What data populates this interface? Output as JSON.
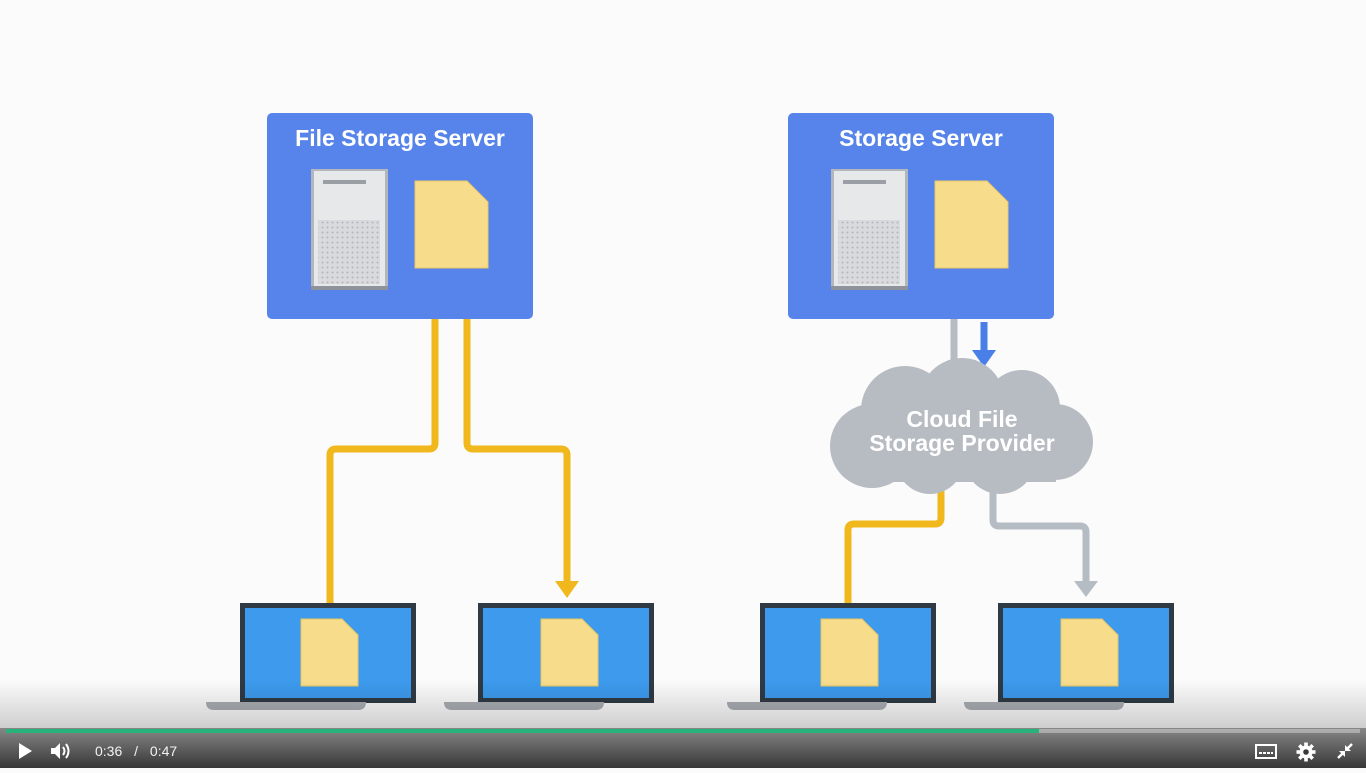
{
  "diagram": {
    "left_panel": {
      "title": "File Storage Server"
    },
    "right_panel": {
      "title": "Storage Server"
    },
    "cloud": {
      "line1": "Cloud File",
      "line2": "Storage Provider"
    },
    "colors": {
      "panel_blue": "#5784ea",
      "file_yellow": "#f7dc8c",
      "arrow_yellow": "#f0b81c",
      "arrow_gray": "#b6bcc4",
      "arrow_blue": "#4a7fe8",
      "laptop_screen": "#3d9aed",
      "cloud_gray": "#b7bcc3"
    }
  },
  "player": {
    "current_time": "0:36",
    "separator": "/",
    "duration": "0:47",
    "progress_fraction": 0.763,
    "icons": [
      "play-icon",
      "volume-icon",
      "captions-icon",
      "gear-icon",
      "exit-fullscreen-icon"
    ]
  }
}
